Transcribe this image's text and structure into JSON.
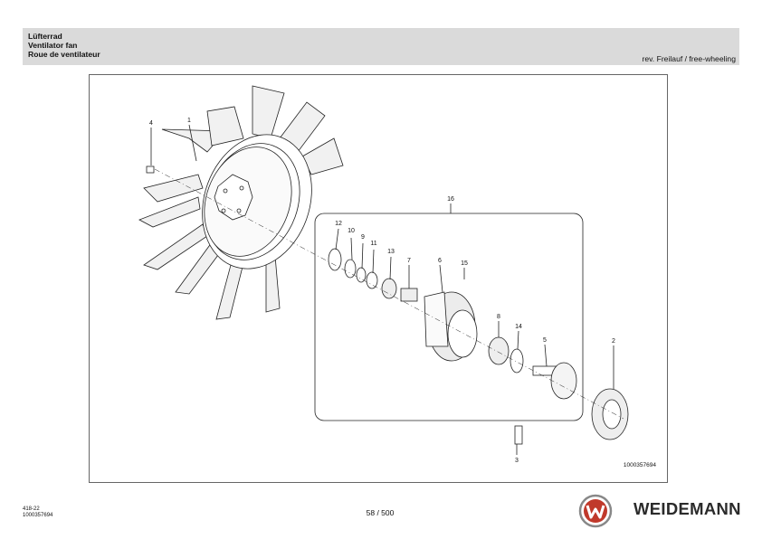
{
  "header": {
    "title_de": "Lüfterrad",
    "title_en": "Ventilator fan",
    "title_fr": "Roue de ventilateur",
    "revision": "rev. Freilauf / free-wheeling"
  },
  "drawing": {
    "drawing_number": "1000357694",
    "callouts": [
      "1",
      "2",
      "3",
      "4",
      "5",
      "6",
      "7",
      "8",
      "9",
      "10",
      "11",
      "12",
      "13",
      "14",
      "15",
      "16"
    ]
  },
  "footer": {
    "code_1": "418-22",
    "code_2": "1000357694",
    "page": "58 / 500",
    "brand": "WEIDEMANN",
    "logo_icon": "weidemann-w-logo-icon",
    "brand_color": "#c0392b"
  }
}
